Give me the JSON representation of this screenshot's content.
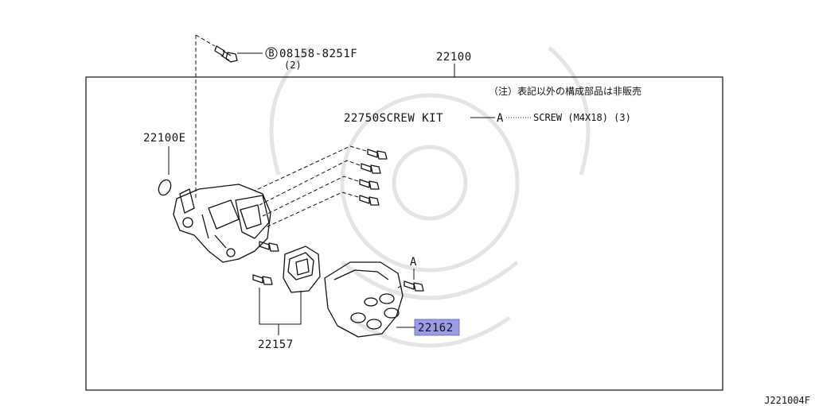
{
  "labels": {
    "bolt_b_ref": "08158-8251F",
    "bolt_b_marker": "B",
    "bolt_b_qty": "(2)",
    "assembly": "22100",
    "note": "（注）表記以外の構成部品は非販売",
    "screw_kit": "22750SCREW KIT",
    "screw_kit_marker": "A",
    "screw_spec": "SCREW (M4X18) (3)",
    "oring": "22100E",
    "callout_a": "A",
    "rotor_part": "22157",
    "cap_part": "22162",
    "diagram_code": "J221004F"
  },
  "colors": {
    "highlight": "#9b9ce6",
    "line": "#111111",
    "watermark": "#e4e4e4"
  }
}
